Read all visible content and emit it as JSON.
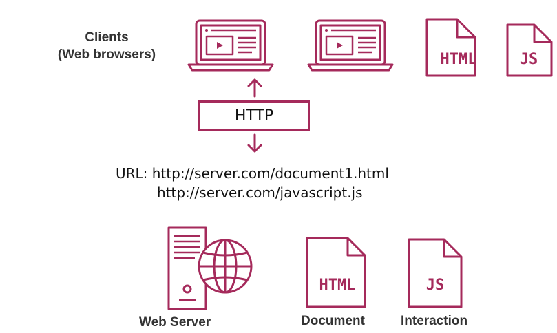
{
  "clients": {
    "line1": "Clients",
    "line2": "(Web browsers)"
  },
  "http_label": "HTTP",
  "url": {
    "line1": "URL: http://server.com/document1.html",
    "line2": "http://server.com/javascript.js"
  },
  "files_top": {
    "html": "HTML",
    "js": "JS"
  },
  "server": {
    "caption": "Web Server"
  },
  "document": {
    "icon_text": "HTML",
    "caption": "Document"
  },
  "interaction": {
    "icon_text": "JS",
    "caption": "Interaction"
  },
  "colors": {
    "accent": "#a52a5b",
    "text": "#111111",
    "caption": "#333333"
  },
  "icons": [
    "laptop-icon",
    "html-file-icon",
    "js-file-icon",
    "arrow-up-icon",
    "arrow-down-icon",
    "server-icon",
    "globe-icon"
  ]
}
